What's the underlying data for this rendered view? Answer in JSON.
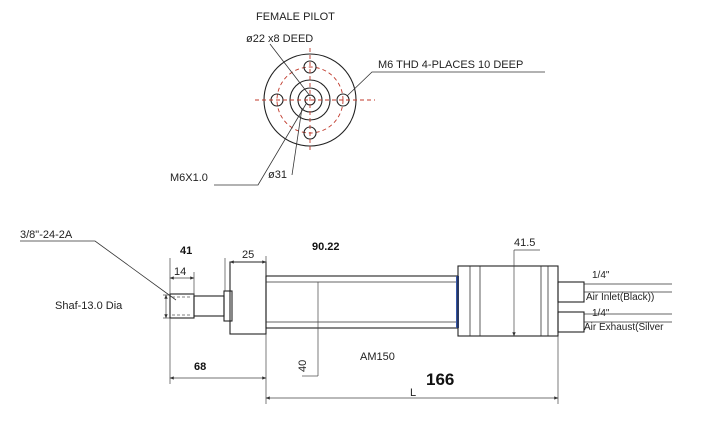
{
  "end_view": {
    "title": "FEMALE PILOT",
    "pilot_callout": "ø22 x8 DEED",
    "thread_callout": "M6 THD 4-PLACES 10 DEEP",
    "center_thread_callout": "M6X1.0",
    "bolt_circle_callout": "ø31"
  },
  "side_view": {
    "rod_thread_callout": "3/8\"-24-2A",
    "shaft_callout": "Shaf-13.0 Dia",
    "dim_41": "41",
    "dim_14": "14",
    "dim_25": "25",
    "dim_90_22": "90.22",
    "dim_41_5": "41.5",
    "dim_68": "68",
    "dim_40": "40",
    "model_label": "AM150",
    "dim_166": "166",
    "dim_L": "L",
    "port_top_size": "1/4\"",
    "port_top_label": "Air Inlet(Black))",
    "port_bottom_size": "1/4\"",
    "port_bottom_label": "Air Exhaust(Silver"
  }
}
